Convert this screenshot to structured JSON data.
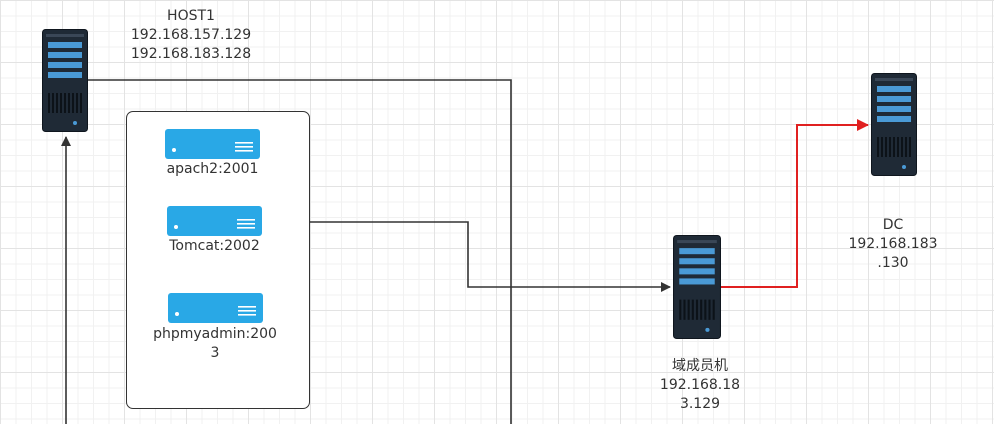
{
  "colors": {
    "server_dark": "#1f2a36",
    "server_accent": "#4a9ad6",
    "service_blue": "#29a8e6",
    "link_dark": "#333333",
    "link_red": "#e02020"
  },
  "nodes": {
    "host1": {
      "icon": "server-tower-icon",
      "name": "HOST1",
      "ip_1": "192.168.157.129",
      "ip_2": "192.168.183.128"
    },
    "dc": {
      "icon": "server-tower-icon",
      "name": "DC",
      "ip_line_1": "192.168.183",
      "ip_line_2": ".130"
    },
    "domain_member": {
      "icon": "server-tower-icon",
      "name": "域成员机",
      "ip_line_1": "192.168.18",
      "ip_line_2": "3.129"
    }
  },
  "services": [
    {
      "icon": "server-rack-unit-icon",
      "label": "apach2:2001"
    },
    {
      "icon": "server-rack-unit-icon",
      "label": "Tomcat:2002"
    },
    {
      "icon": "server-rack-unit-icon",
      "label_line_1": "phpmyadmin:200",
      "label_line_2": "3"
    }
  ],
  "edges": [
    {
      "from": "host1",
      "to": "lower-edge",
      "style": "line"
    },
    {
      "from": "lower-edge",
      "to": "host1",
      "style": "arrow"
    },
    {
      "from": "services.1",
      "to": "domain_member",
      "style": "arrow"
    },
    {
      "from": "domain_member",
      "to": "dc",
      "style": "arrow",
      "color": "red"
    }
  ]
}
